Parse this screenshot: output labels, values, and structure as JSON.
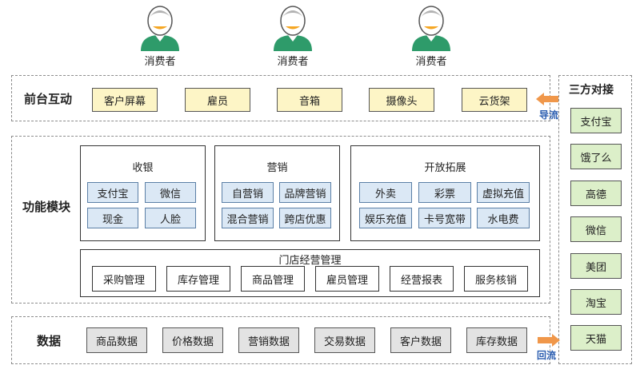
{
  "consumers": [
    "消费者",
    "消费者",
    "消费者"
  ],
  "sections": {
    "frontend": "前台互动",
    "function": "功能模块",
    "data": "数据",
    "thirdparty": "三方对接"
  },
  "frontend_items": [
    "客户屏幕",
    "雇员",
    "音箱",
    "摄像头",
    "云货架"
  ],
  "cashier": {
    "title": "收银",
    "items": [
      "支付宝",
      "微信",
      "现金",
      "人脸"
    ]
  },
  "marketing": {
    "title": "营销",
    "items": [
      "自营销",
      "品牌营销",
      "混合营销",
      "跨店优惠"
    ]
  },
  "open_ext": {
    "title": "开放拓展",
    "items": [
      "外卖",
      "彩票",
      "虚拟充值",
      "娱乐充值",
      "卡号宽带",
      "水电费"
    ]
  },
  "store_ops": {
    "title": "门店经营管理",
    "items": [
      "采购管理",
      "库存管理",
      "商品管理",
      "雇员管理",
      "经营报表",
      "服务核销"
    ]
  },
  "data_items": [
    "商品数据",
    "价格数据",
    "营销数据",
    "交易数据",
    "客户数据",
    "库存数据"
  ],
  "thirdparty_items": [
    "支付宝",
    "饿了么",
    "高德",
    "微信",
    "美团",
    "淘宝",
    "天猫"
  ],
  "flows": {
    "in": "导流",
    "out": "回流"
  },
  "colors": {
    "yellow": "#fdf5c6",
    "blue": "#dbe8f5",
    "green": "#dcefc9",
    "grey": "#e3e3e3",
    "arrow": "#f0974a",
    "consumer": "#2e9b6a",
    "flow_text": "#2a5db0"
  }
}
